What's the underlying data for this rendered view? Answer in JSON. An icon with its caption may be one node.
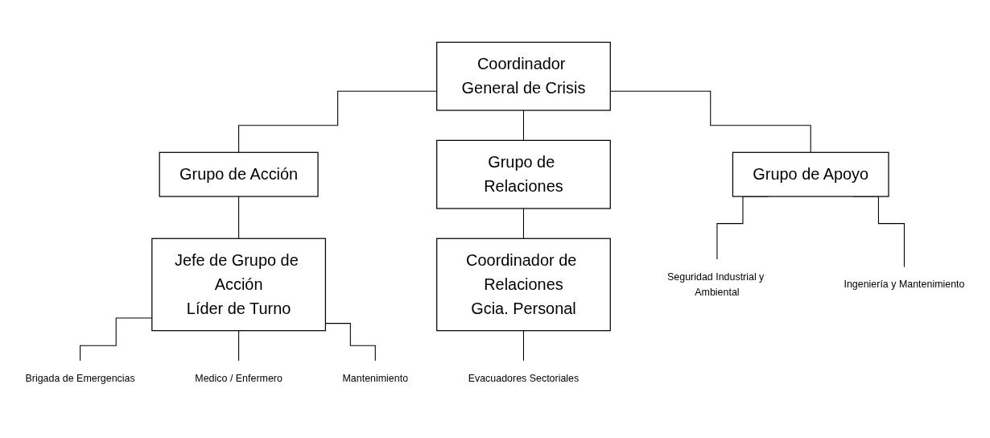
{
  "diagram": {
    "nodes": [
      {
        "text": [
          "Coordinador General de Crisis"
        ]
      },
      {
        "text": [
          "Grupo de Acción"
        ]
      },
      {
        "text": [
          "Grupo de Relaciones"
        ]
      },
      {
        "text": [
          "Grupo de Apoyo"
        ]
      },
      {
        "text": [
          "Jefe de Grupo de Acción",
          "Líder de Turno"
        ]
      },
      {
        "text": [
          "Coordinador de Relaciones",
          "Gcia. Personal"
        ]
      },
      {
        "text": [
          "Seguridad Industrial y Ambiental"
        ]
      },
      {
        "text": [
          "Ingeniería y Mantenimiento"
        ]
      },
      {
        "text": [
          "Evacuadores Sectoriales"
        ]
      },
      {
        "text": [
          "Brigada de Emergencias"
        ]
      },
      {
        "text": [
          "Medico / Enfermero"
        ]
      },
      {
        "text": [
          "Mantenimiento"
        ]
      }
    ],
    "edges": [
      {
        "from": 0,
        "to": 1,
        "arrow": "none"
      },
      {
        "from": 0,
        "to": 2,
        "arrow": "none"
      },
      {
        "from": 0,
        "to": 3,
        "arrow": "none"
      },
      {
        "from": 1,
        "to": 4,
        "arrow": "none"
      },
      {
        "from": 2,
        "to": 5,
        "arrow": "none"
      },
      {
        "from": 3,
        "to": 6,
        "arrow": "none"
      },
      {
        "from": 3,
        "to": 7,
        "arrow": "none"
      },
      {
        "from": 5,
        "to": 8,
        "arrow": "none"
      },
      {
        "from": 4,
        "to": 9,
        "arrow": "none"
      },
      {
        "from": 4,
        "to": 10,
        "arrow": "none"
      },
      {
        "from": 4,
        "to": 11,
        "arrow": "none"
      }
    ]
  }
}
